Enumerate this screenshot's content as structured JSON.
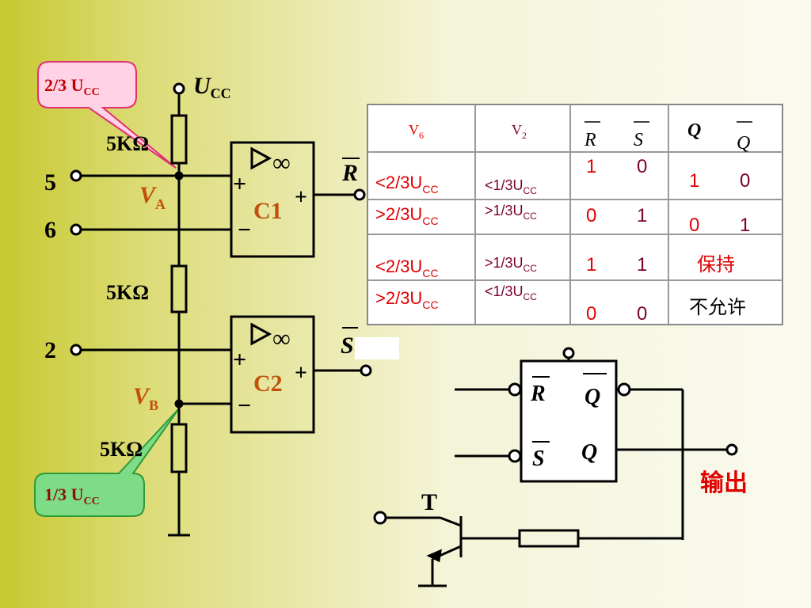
{
  "callouts": {
    "top": {
      "main": "2/3 U",
      "sub": "CC"
    },
    "bottom": {
      "main": "1/3 U",
      "sub": "CC"
    }
  },
  "supply": {
    "main": "U",
    "sub": "CC"
  },
  "resistors": {
    "r1": "5KΩ",
    "r2": "5KΩ",
    "r3": "5KΩ"
  },
  "pins": {
    "p5": "5",
    "p6": "6",
    "p2": "2"
  },
  "nodes": {
    "va": {
      "main": "V",
      "sub": "A"
    },
    "vb": {
      "main": "V",
      "sub": "B"
    }
  },
  "comparators": {
    "c1": {
      "label": "C1",
      "inf": "∞",
      "plus_in": "+",
      "minus_in": "−",
      "plus_out": "+"
    },
    "c2": {
      "label": "C2",
      "inf": "∞",
      "plus_in": "+",
      "minus_in": "−",
      "plus_out": "+"
    }
  },
  "outputs": {
    "r_bar": "R",
    "s_bar": "S"
  },
  "truth_table": {
    "headers": {
      "v6": {
        "main": "V",
        "sub": "6"
      },
      "v2": {
        "main": "V",
        "sub": "2"
      },
      "r": "R",
      "s": "S",
      "q": "Q",
      "q_bar": "Q"
    },
    "rows": [
      {
        "v6": {
          "main": "<2/3U",
          "sub": "CC"
        },
        "v2": {
          "main": "<1/3U",
          "sub": "CC"
        },
        "r": "1",
        "s": "0",
        "q": "1",
        "q_bar": "0",
        "result": ""
      },
      {
        "v6": {
          "main": ">2/3U",
          "sub": "CC"
        },
        "v2": {
          "main": ">1/3U",
          "sub": "CC"
        },
        "r": "0",
        "s": "1",
        "q": "0",
        "q_bar": "1",
        "result": ""
      },
      {
        "v6": {
          "main": "<2/3U",
          "sub": "CC"
        },
        "v2": {
          "main": ">1/3U",
          "sub": "CC"
        },
        "r": "1",
        "s": "1",
        "q": "",
        "q_bar": "",
        "result": "保持"
      },
      {
        "v6": {
          "main": ">2/3U",
          "sub": "CC"
        },
        "v2": {
          "main": "<1/3U",
          "sub": "CC"
        },
        "r": "0",
        "s": "0",
        "q": "",
        "q_bar": "",
        "result": "不允许"
      }
    ]
  },
  "flipflop": {
    "r": "R",
    "s": "S",
    "q_bar": "Q",
    "q": "Q"
  },
  "output_label": "输出",
  "transistor_label": "T",
  "colors": {
    "wire": "#000000",
    "label_orange": "#c0500a",
    "red": "#e00000",
    "dark_red": "#7a0030",
    "callout_top_fill": "#ffd2e6",
    "callout_top_stroke": "#e03070",
    "callout_bottom_fill": "#7fdc86",
    "callout_bottom_stroke": "#2e9a3a"
  }
}
